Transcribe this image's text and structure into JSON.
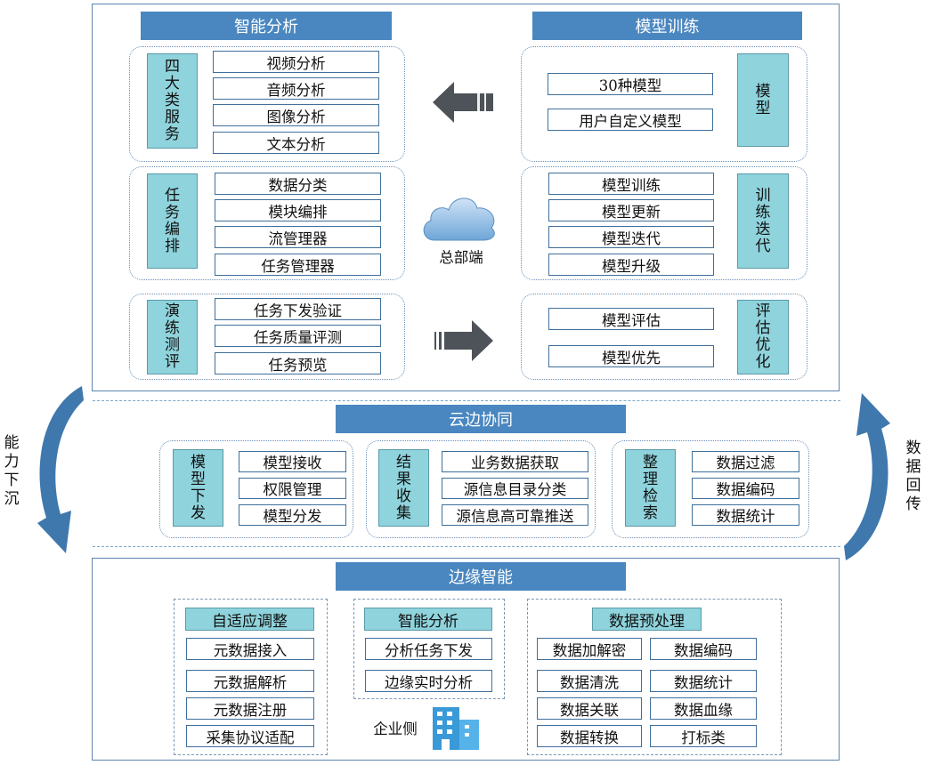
{
  "top": {
    "left_title": "智能分析",
    "right_title": "模型训练",
    "services": {
      "label": "四大类服务",
      "items": [
        "视频分析",
        "音频分析",
        "图像分析",
        "文本分析"
      ]
    },
    "orchestration": {
      "label": "任务编排",
      "items": [
        "数据分类",
        "模块编排",
        "流管理器",
        "任务管理器"
      ]
    },
    "drill": {
      "label": "演练测评",
      "items": [
        "任务下发验证",
        "任务质量评测",
        "任务预览"
      ]
    },
    "model": {
      "label": "模型",
      "items": [
        "30种模型",
        "用户自定义模型"
      ]
    },
    "training": {
      "label": "训练迭代",
      "items": [
        "模型训练",
        "模型更新",
        "模型迭代",
        "模型升级"
      ]
    },
    "evaluation": {
      "label": "评估优化",
      "items": [
        "模型评估",
        "模型优先"
      ]
    },
    "cloud_label": "总部端"
  },
  "middle": {
    "title": "云边协同",
    "delivery": {
      "label": "模型下发",
      "items": [
        "模型接收",
        "权限管理",
        "模型分发"
      ]
    },
    "collection": {
      "label": "结果收集",
      "items": [
        "业务数据获取",
        "源信息目录分类",
        "源信息高可靠推送"
      ]
    },
    "retrieval": {
      "label": "整理检索",
      "items": [
        "数据过滤",
        "数据编码",
        "数据统计"
      ]
    },
    "left_arrow_label": "能力下沉",
    "right_arrow_label": "数据回传"
  },
  "bottom": {
    "title": "边缘智能",
    "adaptive": {
      "title": "自适应调整",
      "items": [
        "元数据接入",
        "元数据解析",
        "元数据注册",
        "采集协议适配"
      ]
    },
    "analysis": {
      "title": "智能分析",
      "items": [
        "分析任务下发",
        "边缘实时分析"
      ]
    },
    "enterprise_label": "企业侧",
    "preprocess": {
      "title": "数据预处理",
      "items": [
        "数据加解密",
        "数据编码",
        "数据清洗",
        "数据统计",
        "数据关联",
        "数据血缘",
        "数据转换",
        "打标类"
      ]
    }
  },
  "colors": {
    "header_blue": "#4a87c0",
    "label_cyan": "#8fd3dc",
    "border_blue": "#5b86ad",
    "arrow_dark": "#4d5358",
    "curve_arrow": "#3f78ad"
  }
}
